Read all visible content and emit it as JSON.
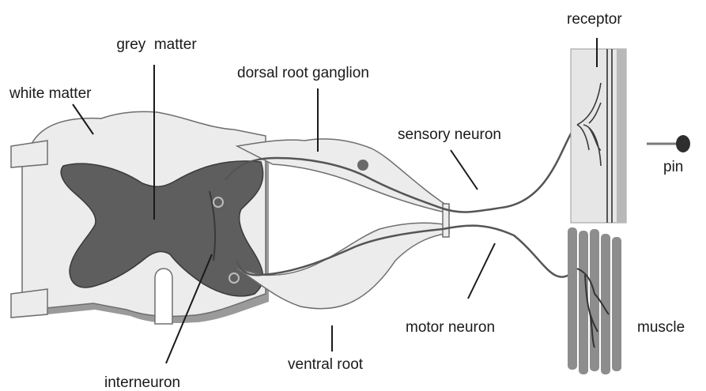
{
  "labels": {
    "grey_matter": "grey  matter",
    "white_matter": "white matter",
    "dorsal_root_ganglion": "dorsal root ganglion",
    "sensory_neuron": "sensory neuron",
    "receptor": "receptor",
    "pin": "pin",
    "motor_neuron": "motor neuron",
    "muscle": "muscle",
    "ventral_root": "ventral root",
    "interneuron": "interneuron"
  },
  "colors": {
    "white_matter_fill": "#ececec",
    "grey_matter_fill": "#5e5e5e",
    "shadow": "#9a9a9a",
    "outline": "#6e6e6e",
    "nerve": "#555555",
    "muscle_fill": "#8d8d8d"
  }
}
